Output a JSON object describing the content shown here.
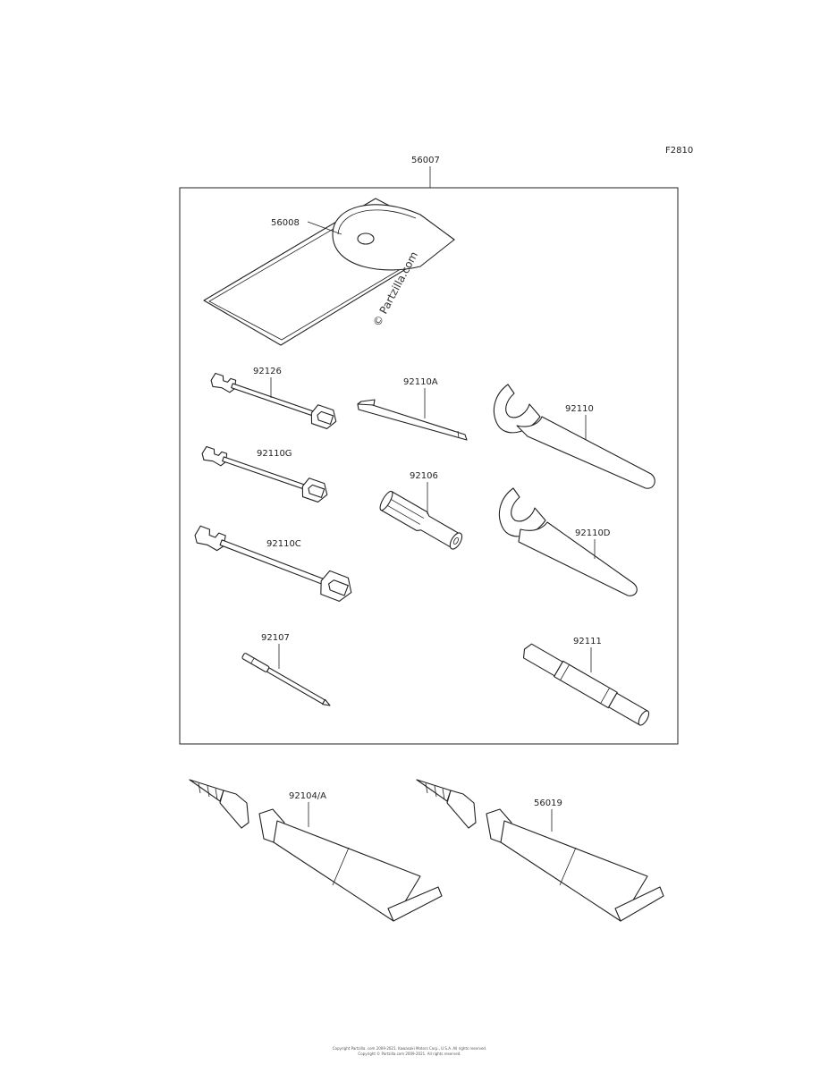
{
  "figure_code": "F2810",
  "watermark": "© Partzilla.com",
  "footer": {
    "line1": "Copyright Partzilla. com 2009-2021. Kawasaki Motors Corp., U.S.A. All rights reserved.",
    "line2": "Copyright © Partzilla.com 2009-2021. All rights reserved."
  },
  "parts": {
    "tool_kit": "56007",
    "tool_bag": "56008",
    "wrench_92126": "92126",
    "hex_key": "92110A",
    "spanner_92110": "92110",
    "wrench_92110g": "92110G",
    "socket_92106": "92106",
    "spanner_92110d": "92110D",
    "wrench_92110c": "92110C",
    "screwdriver": "92107",
    "handle_92111": "92111",
    "grease_tube_a": "92104/A",
    "grease_tube_b": "56019"
  }
}
